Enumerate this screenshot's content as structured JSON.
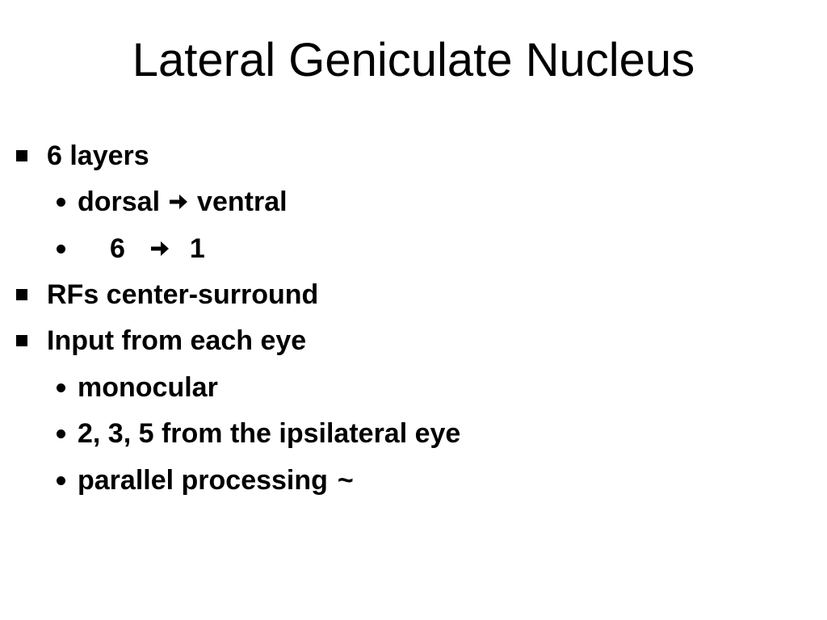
{
  "slide": {
    "title": "Lateral Geniculate Nucleus",
    "bullets": [
      {
        "text": "6 layers"
      },
      {
        "text_left": "dorsal",
        "text_right": "ventral"
      },
      {
        "text_left": "6",
        "text_right": "1"
      },
      {
        "text": "RFs center-surround"
      },
      {
        "text": "Input from each eye"
      },
      {
        "text": "monocular"
      },
      {
        "text": "2, 3, 5 from the ipsilateral eye"
      },
      {
        "text": "parallel processing",
        "suffix": "~"
      }
    ]
  }
}
